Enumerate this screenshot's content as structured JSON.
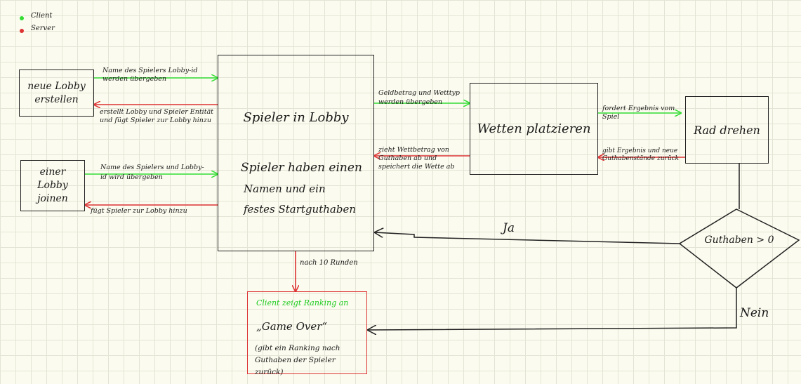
{
  "legend": {
    "client": "Client",
    "server": "Server",
    "client_color": "#33dd33",
    "server_color": "#dd3333"
  },
  "nodes": {
    "new_lobby": "neue Lobby erstellen",
    "join_lobby": "einer Lobby joinen",
    "lobby_title": "Spieler in Lobby",
    "lobby_desc_1": "Spieler haben einen",
    "lobby_desc_2": "Namen und ein",
    "lobby_desc_3": "festes Startguthaben",
    "bets": "Wetten platzieren",
    "wheel": "Rad drehen",
    "decision": "Guthaben > 0",
    "end_client": "Client zeigt Ranking an",
    "end_title": "„Game Over“",
    "end_desc": "(gibt ein Ranking nach Guthaben der Spieler zurück)"
  },
  "edges": {
    "create_client": "Name des Spielers Lobby-id werden übergeben",
    "create_server": "erstellt Lobby und Spieler Entität und fügt Spieler zur Lobby hinzu",
    "join_client": "Name des Spielers und Lobby-id wird übergeben",
    "join_server": "fügt Spieler zur Lobby hinzu",
    "bet_client": "Geldbetrag und Wetttyp werden übergeben",
    "bet_server": "zieht Wettbetrag von Guthaben ab und speichert die Wette ab",
    "spin_client": "fordert Ergebnis vom Spiel",
    "spin_server": "gibt Ergebnis und neue Guthabenstände zurück",
    "rounds": "nach 10 Runden",
    "yes": "Ja",
    "no": "Nein"
  }
}
